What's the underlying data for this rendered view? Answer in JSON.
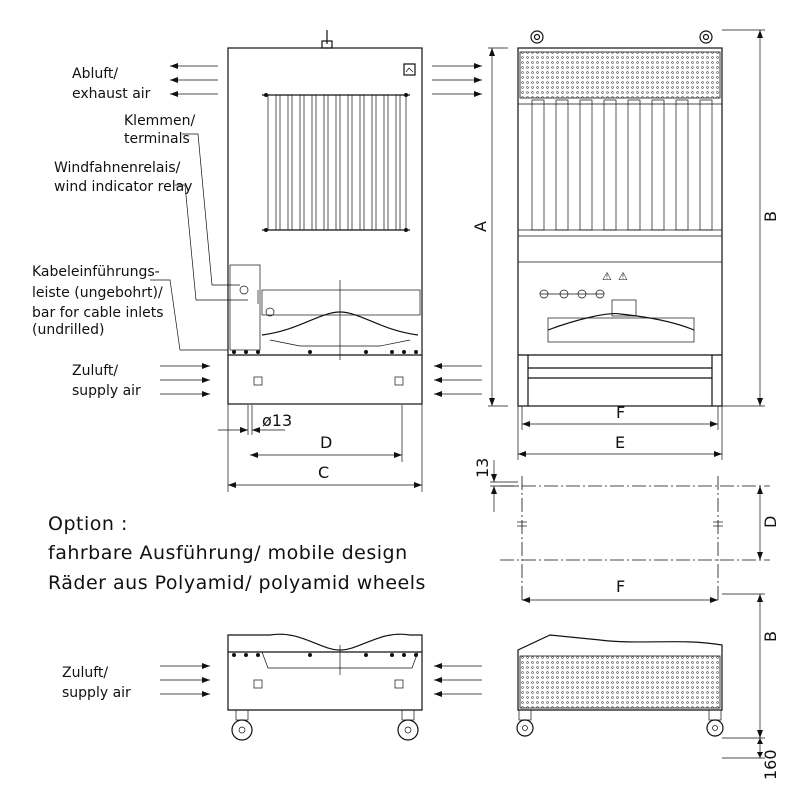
{
  "labels": {
    "exhaust_de": "Abluft/",
    "exhaust_en": "exhaust air",
    "terminals_de": "Klemmen/",
    "terminals_en": "terminals",
    "relay_de": "Windfahnenrelais/",
    "relay_en": "wind indicator relay",
    "cable_1": "Kabeleinführungs-",
    "cable_2": "leiste (ungebohrt)/",
    "cable_3": "bar for cable inlets",
    "cable_4": "(undrilled)",
    "supply_de": "Zuluft/",
    "supply_en": "supply air",
    "supply2_de": "Zuluft/",
    "supply2_en": "supply air"
  },
  "option": {
    "title": "Option :",
    "line1": "fahrbare Ausführung/ mobile design",
    "line2": "Räder aus Polyamid/ polyamid wheels"
  },
  "dimensions": {
    "A": "A",
    "B": "B",
    "B2": "B",
    "C": "C",
    "D": "D",
    "D2": "D",
    "E": "E",
    "F": "F",
    "F2": "F",
    "dia": "ø13",
    "d13": "13",
    "d160": "160"
  },
  "symbols": {
    "warning": "⚠"
  }
}
